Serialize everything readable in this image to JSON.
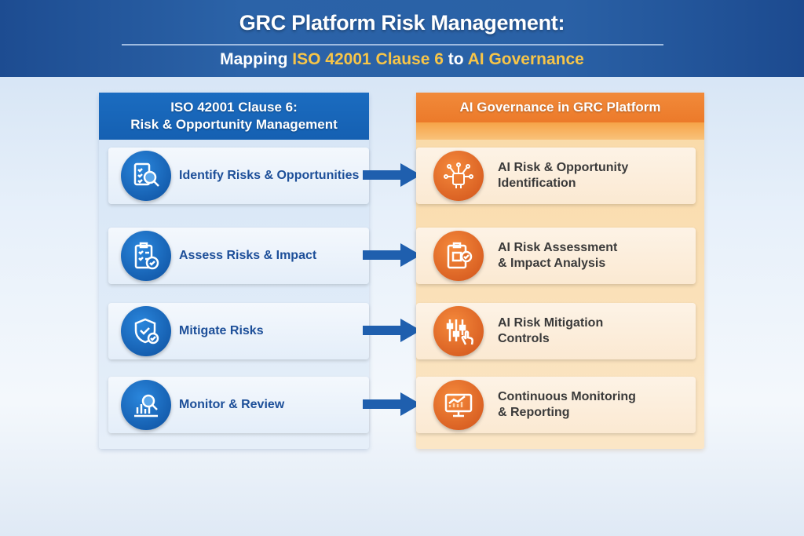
{
  "header": {
    "title": "GRC Platform Risk Management:",
    "subtitle_prefix": "Mapping ",
    "subtitle_hl1": "ISO 42001 Clause 6",
    "subtitle_mid": " to ",
    "subtitle_hl2": "AI Governance"
  },
  "left": {
    "title_line1": "ISO 42001 Clause 6:",
    "title_line2": "Risk & Opportunity Management",
    "items": [
      {
        "label": "Identify Risks & Opportunities",
        "icon": "checklist-search-icon"
      },
      {
        "label": "Assess Risks & Impact",
        "icon": "clipboard-check-icon"
      },
      {
        "label": "Mitigate Risks",
        "icon": "shield-check-icon"
      },
      {
        "label": "Monitor & Review",
        "icon": "chart-search-icon"
      }
    ]
  },
  "right": {
    "title": "AI Governance in GRC Platform",
    "items": [
      {
        "line1": "AI Risk & Opportunity",
        "line2": "Identification",
        "icon": "ai-brain-icon"
      },
      {
        "line1": "AI Risk Assessment",
        "line2": "& Impact Analysis",
        "icon": "clipboard-chip-icon"
      },
      {
        "line1": "AI Risk Mitigation Controls",
        "line2": "",
        "icon": "sliders-hand-icon"
      },
      {
        "line1": "Continuous Monitoring",
        "line2": "& Reporting",
        "icon": "monitor-chart-icon"
      }
    ]
  },
  "colors": {
    "blue": "#1560b2",
    "orange": "#ec7a2a",
    "highlight": "#f7c548"
  }
}
